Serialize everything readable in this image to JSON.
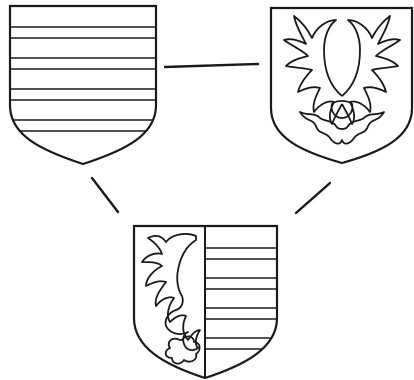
{
  "figure": {
    "description_hidden": "",
    "colors": {
      "ink": "#1a1a1a",
      "field": "#ffffff"
    }
  },
  "shields": [
    {
      "id": "barry",
      "charge": "barry-of-ten"
    },
    {
      "id": "antlers",
      "charge": "stag-attires"
    },
    {
      "id": "combined",
      "charge": "dimidiated-attire-and-barry"
    }
  ],
  "connectors": [
    {
      "from": "barry",
      "to": "antlers"
    },
    {
      "from": "barry",
      "to": "combined"
    },
    {
      "from": "antlers",
      "to": "combined"
    }
  ]
}
